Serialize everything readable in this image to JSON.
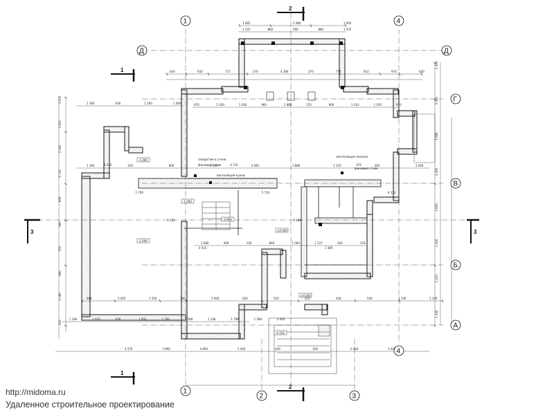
{
  "axes_numbers": [
    "1",
    "2",
    "3",
    "4"
  ],
  "axes_letters": [
    "А",
    "Б",
    "В",
    "Г",
    "Д"
  ],
  "section_marks": {
    "s1": "1",
    "s2": "2",
    "s3": "3"
  },
  "annotations": {
    "hole": "отверстие в стене",
    "fan": "фановый стояк",
    "fan2": "фановый стояк",
    "vent_kitchen": "вентиляция кухни",
    "vent_bath": "вентиляция санузла"
  },
  "levels": [
    "-1.000",
    "-1.000",
    "-1.000",
    "-0.900",
    "±0.000",
    "±0.000",
    "-0.150"
  ],
  "dimensions": {
    "top_a": [
      "1 665",
      "1 980",
      "1 665"
    ],
    "top_b": [
      "1 525",
      "880",
      "590",
      "880",
      "1 525"
    ],
    "row_g": [
      "640",
      "930",
      "775",
      "270",
      "4 290",
      "270",
      "775",
      "910",
      "970",
      "640"
    ],
    "row_g2": [
      "970",
      "1 030",
      "1 300",
      "960",
      "1 880",
      "270",
      "960",
      "1 410",
      "1 020",
      "970"
    ],
    "left_w": [
      "1 160",
      "930",
      "1 190",
      "1 460"
    ],
    "row_v": [
      "1 160",
      "520",
      "800",
      "1 945",
      "4 500",
      "1 880",
      "1 370",
      "360",
      "2 600"
    ],
    "mid": [
      "2 680",
      "900",
      "120",
      "860",
      "1 000",
      "1 537",
      "540",
      "378"
    ],
    "row_b": [
      "640",
      "2 005",
      "1 550",
      "360",
      "3 900",
      "620",
      "510",
      "525",
      "438",
      "540",
      "2 130",
      "2 100"
    ],
    "row_a": [
      "1 160",
      "1 910",
      "930",
      "1 097",
      "1 700",
      "1 598",
      "1 158",
      "1 799",
      "1 580",
      "2 000"
    ],
    "bottom": [
      "4 570",
      "3 900",
      "4 800",
      "2 400",
      "440",
      "200",
      "2 000",
      "3 400"
    ],
    "right": [
      "2 300",
      "2 000",
      "3 080",
      "4 300",
      "3 600",
      "1 040",
      "2 220",
      "1 240"
    ],
    "left": [
      "1 970",
      "2 420",
      "2 140",
      "5 710",
      "850",
      "660",
      "570",
      "960",
      "3 180",
      "520"
    ],
    "inner": [
      "6 320",
      "1 700",
      "3 120",
      "4 010",
      "4 710",
      "5 710",
      "2 280",
      "1 380",
      "975",
      "8 120"
    ]
  },
  "watermark": {
    "url": "http://midoma.ru",
    "subtitle": "Удаленное строительное проектирование"
  }
}
